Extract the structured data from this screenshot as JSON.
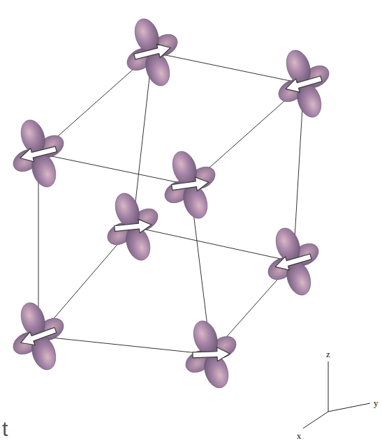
{
  "diagram": {
    "labels": [
      "t",
      "z",
      "x",
      "y"
    ]
  }
}
